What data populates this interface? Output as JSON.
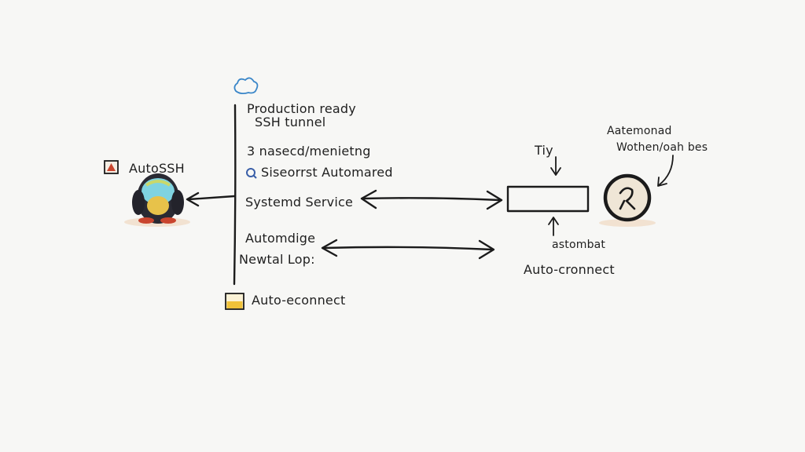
{
  "left_node": {
    "label": "AutoSSH",
    "icon": "penguin-icon"
  },
  "central_list": {
    "cloud_icon": "cloud-icon",
    "items": [
      "Production ready",
      "SSH tunnel",
      "3 nasecd/menietng",
      "Siseorrst Automared",
      "Systemd Service",
      "Automdige",
      "Newtal Lop:"
    ],
    "footer_label": "Auto-econnect"
  },
  "right_box": {
    "top_label": "Tiy",
    "bottom_label": "astombat",
    "caption": "Auto-cronnect"
  },
  "far_right": {
    "label_line1": "Aatemonad",
    "label_line2": "Wothen/oah bes",
    "circle_symbol": "R"
  },
  "colors": {
    "ink": "#1b1b1b",
    "cloud": "#3a86c8",
    "penguin_body": "#2a2a33",
    "visor": "#7fd3e0",
    "accent_red": "#c9452e",
    "folder_yellow": "#f0c23a",
    "circle_tan": "#efe6d6"
  }
}
